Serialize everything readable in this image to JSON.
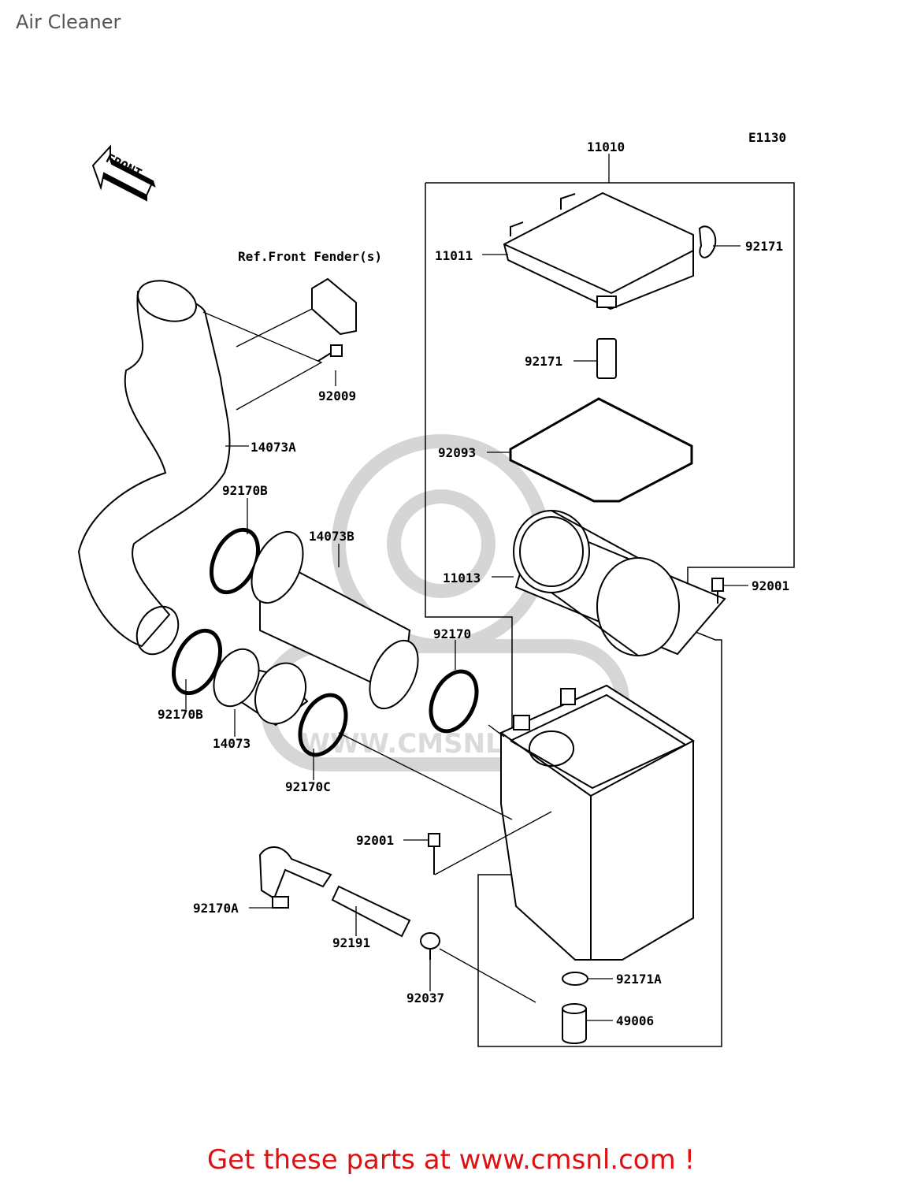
{
  "page": {
    "title": "Air Cleaner"
  },
  "diagram": {
    "code": "E1130",
    "front_label": "FRONT",
    "watermark": "WWW.CMSNL.COM",
    "parts": {
      "p11010": "11010",
      "p11011": "11011",
      "p92171_top": "92171",
      "p92171_mid": "92171",
      "p92093": "92093",
      "p11013": "11013",
      "p92001_right": "92001",
      "p92170": "92170",
      "ref_front_fender": "Ref.Front Fender(s)",
      "p92009": "92009",
      "p14073a": "14073A",
      "p92170b_top": "92170B",
      "p14073b": "14073B",
      "p92170b_bottom": "92170B",
      "p14073": "14073",
      "p92170c": "92170C",
      "p92001_mid": "92001",
      "p92170a": "92170A",
      "p92191": "92191",
      "p92037": "92037",
      "p92171a": "92171A",
      "p49006": "49006"
    }
  },
  "footer": {
    "promo": "Get these parts at www.cmsnl.com !"
  },
  "colors": {
    "promo": "#dd1111",
    "title": "#555555",
    "lines": "#000000"
  }
}
